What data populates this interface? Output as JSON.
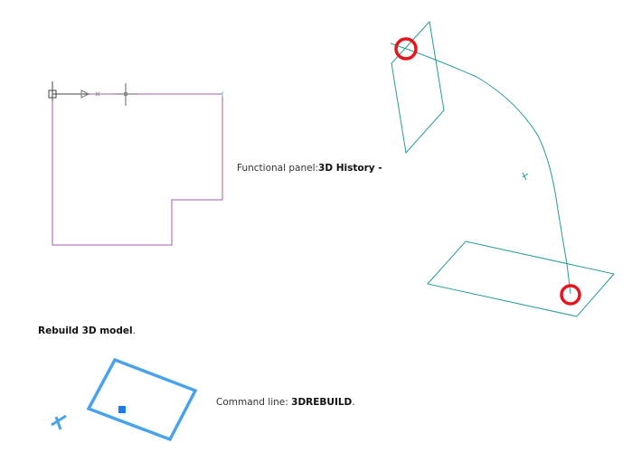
{
  "panel_text": {
    "prefix": "Functional panel:",
    "bold": "3D History -"
  },
  "heading": {
    "bold": "Rebuild 3D model",
    "suffix": "."
  },
  "command_text": {
    "prefix": "Command line: ",
    "bold": "3DREBUILD",
    "suffix": "."
  },
  "colors": {
    "profile": "#a45ea8",
    "path": "#2a9a9a",
    "marker": "#e8141c",
    "selection": "#4aa3ea"
  }
}
